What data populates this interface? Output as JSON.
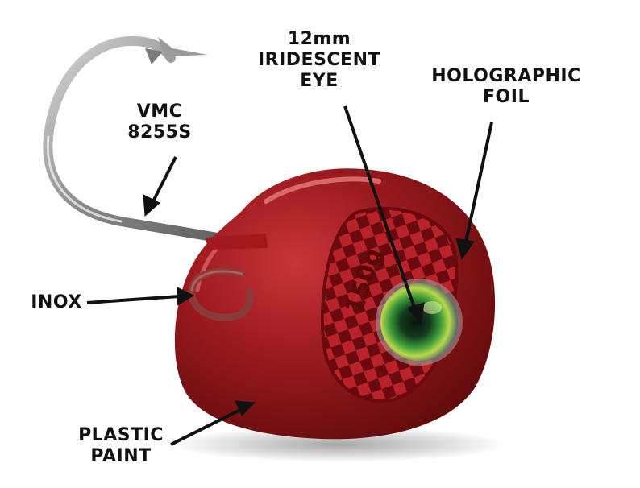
{
  "callouts": {
    "hook": {
      "lines": [
        "VMC",
        "8255S"
      ]
    },
    "eye": {
      "lines": [
        "12mm",
        "IRIDESCENT",
        "EYE"
      ]
    },
    "foil": {
      "lines": [
        "HOLOGRAPHIC",
        "FOIL"
      ]
    },
    "inox": {
      "lines": [
        "INOX"
      ]
    },
    "paint": {
      "lines": [
        "PLASTIC",
        "PAINT"
      ]
    }
  },
  "product": {
    "weight_marking": "150g"
  },
  "colors": {
    "background": "#ffffff",
    "jig_red": "#8e1416",
    "label_text": "#111111"
  },
  "icons": {
    "hook": "fishing-hook",
    "eye": "iridescent-eye",
    "ring": "stainless-ring"
  }
}
